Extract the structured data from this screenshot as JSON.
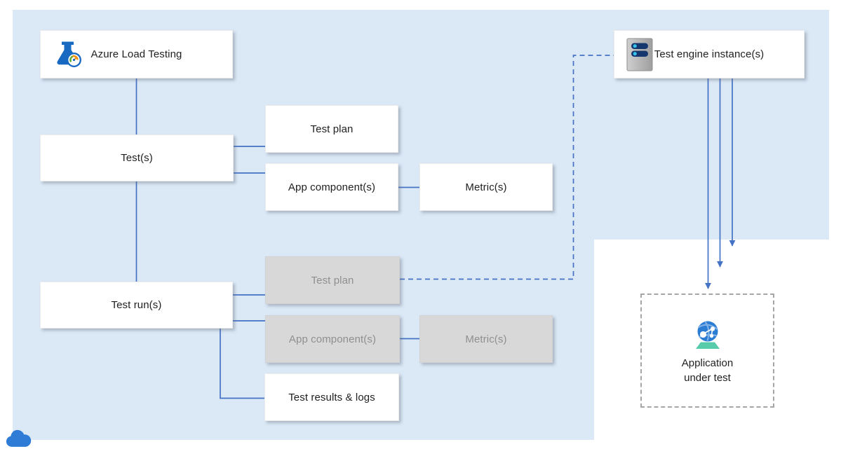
{
  "nodes": {
    "azure_load_testing": {
      "label": "Azure Load Testing"
    },
    "test_engine_instances": {
      "label": "Test engine instance(s)"
    },
    "tests": {
      "label": "Test(s)"
    },
    "test_plan": {
      "label": "Test plan"
    },
    "app_components": {
      "label": "App component(s)"
    },
    "metrics": {
      "label": "Metric(s)"
    },
    "test_runs": {
      "label": "Test run(s)"
    },
    "run_test_plan": {
      "label": "Test plan"
    },
    "run_app_components": {
      "label": "App component(s)"
    },
    "run_metrics": {
      "label": "Metric(s)"
    },
    "test_results_logs": {
      "label": "Test results & logs"
    },
    "application_under_test": {
      "label_lines": [
        "Application",
        "under test"
      ]
    }
  },
  "icons": {
    "azure_load_testing": "flask-gauge-icon",
    "test_engine_instances": "server-icon",
    "application_under_test": "globe-network-icon",
    "corner": "azure-cloud-icon"
  },
  "colors": {
    "canvas_bg": "#dbe8f6",
    "connector_blue": "#4472c4",
    "white_node_bg": "#ffffff",
    "gray_node_bg": "#d8d8d8",
    "gray_node_text": "#8f8f8f",
    "dashed_border_gray": "#a6a6a6",
    "text": "#1f1f1f",
    "cloud_blue": "#2e7cd6",
    "flask_blue": "#1769c2",
    "server_bar_navy": "#15376e",
    "server_dot_cyan": "#35c4ea",
    "globe_blue": "#2b7cd3",
    "stand_teal": "#57cbaa",
    "gauge_green": "#5fae32",
    "gauge_orange": "#f2900e"
  }
}
